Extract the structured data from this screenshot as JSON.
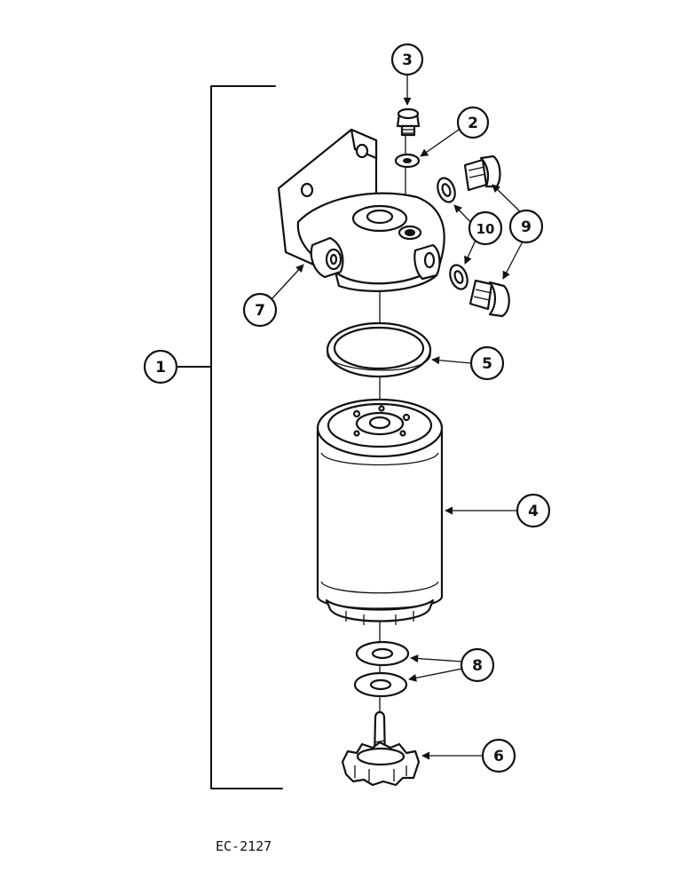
{
  "callouts": {
    "c1": "1",
    "c2": "2",
    "c3": "3",
    "c4": "4",
    "c5": "5",
    "c6": "6",
    "c7": "7",
    "c8": "8",
    "c9": "9",
    "c10": "10"
  },
  "figure_code": "EC-2127"
}
